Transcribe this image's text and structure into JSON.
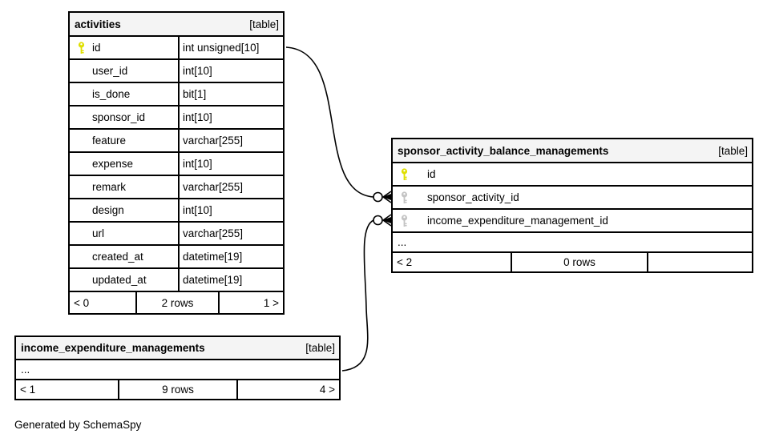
{
  "diagram": {
    "generator_note": "Generated by SchemaSpy"
  },
  "colors": {
    "header_bg": "#f4f4f4",
    "border": "#000000",
    "primary_key": "#dfdf00",
    "foreign_key": "#c4c4c4",
    "background": "#ffffff"
  },
  "tables": {
    "activities": {
      "title": "activities",
      "tag": "[table]",
      "rows": [
        {
          "name": "id",
          "type": "int unsigned[10]",
          "key": "primary"
        },
        {
          "name": "user_id",
          "type": "int[10]"
        },
        {
          "name": "is_done",
          "type": "bit[1]"
        },
        {
          "name": "sponsor_id",
          "type": "int[10]"
        },
        {
          "name": "feature",
          "type": "varchar[255]"
        },
        {
          "name": "expense",
          "type": "int[10]"
        },
        {
          "name": "remark",
          "type": "varchar[255]"
        },
        {
          "name": "design",
          "type": "int[10]"
        },
        {
          "name": "url",
          "type": "varchar[255]"
        },
        {
          "name": "created_at",
          "type": "datetime[19]"
        },
        {
          "name": "updated_at",
          "type": "datetime[19]"
        }
      ],
      "footer": {
        "prev": "< 0",
        "rows": "2 rows",
        "next": "1 >"
      }
    },
    "sponsor_activity_balance_managements": {
      "title": "sponsor_activity_balance_managements",
      "tag": "[table]",
      "rows": [
        {
          "name": "id",
          "key": "primary"
        },
        {
          "name": "sponsor_activity_id",
          "key": "foreign"
        },
        {
          "name": "income_expenditure_management_id",
          "key": "foreign"
        }
      ],
      "ellipsis": "...",
      "footer": {
        "prev": "< 2",
        "rows": "0 rows",
        "next": ""
      }
    },
    "income_expenditure_managements": {
      "title": "income_expenditure_managements",
      "tag": "[table]",
      "ellipsis": "...",
      "footer": {
        "prev": "< 1",
        "rows": "9 rows",
        "next": "4 >"
      }
    }
  },
  "relationships": [
    {
      "from": "activities.id",
      "to": "sponsor_activity_balance_managements.sponsor_activity_id"
    },
    {
      "from": "income_expenditure_managements",
      "to": "sponsor_activity_balance_managements.income_expenditure_management_id"
    }
  ]
}
